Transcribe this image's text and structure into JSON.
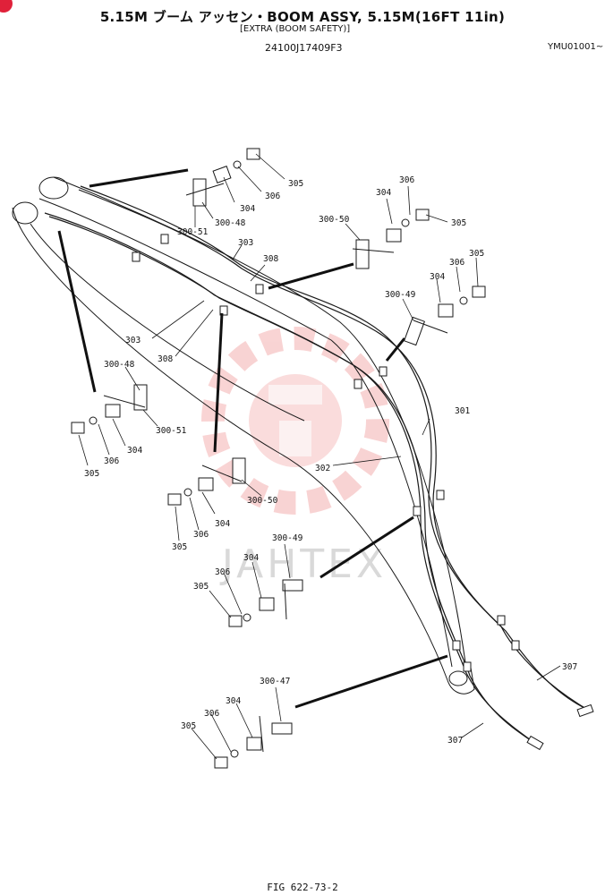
{
  "header": {
    "title": "5.15M ブーム アッセン・BOOM ASSY, 5.15M(16FT 11in)",
    "subtitle": "[EXTRA (BOOM SAFETY)]",
    "part_number": "24100J17409F3",
    "serial": "YMU01001~"
  },
  "footer": {
    "figure_ref": "FIG 622-73-2"
  },
  "watermark": {
    "text": "JAHTEX",
    "color": "#f2a5a5"
  },
  "callouts": [
    {
      "id": "c305a",
      "text": "305"
    },
    {
      "id": "c306a",
      "text": "306"
    },
    {
      "id": "c304a",
      "text": "304"
    },
    {
      "id": "c300_48a",
      "text": "300-48"
    },
    {
      "id": "c300_51a",
      "text": "300-51"
    },
    {
      "id": "c303a",
      "text": "303"
    },
    {
      "id": "c308a",
      "text": "308"
    },
    {
      "id": "c304b",
      "text": "304"
    },
    {
      "id": "c306b",
      "text": "306"
    },
    {
      "id": "c305b",
      "text": "305"
    },
    {
      "id": "c300_50a",
      "text": "300-50"
    },
    {
      "id": "c306c",
      "text": "306"
    },
    {
      "id": "c305c",
      "text": "305"
    },
    {
      "id": "c304c",
      "text": "304"
    },
    {
      "id": "c300_49a",
      "text": "300-49"
    },
    {
      "id": "c303b",
      "text": "303"
    },
    {
      "id": "c308b",
      "text": "308"
    },
    {
      "id": "c300_48b",
      "text": "300-48"
    },
    {
      "id": "c300_51b",
      "text": "300-51"
    },
    {
      "id": "c304d",
      "text": "304"
    },
    {
      "id": "c306d",
      "text": "306"
    },
    {
      "id": "c305d",
      "text": "305"
    },
    {
      "id": "c301",
      "text": "301"
    },
    {
      "id": "c302",
      "text": "302"
    },
    {
      "id": "c300_50b",
      "text": "300-50"
    },
    {
      "id": "c304e",
      "text": "304"
    },
    {
      "id": "c306e",
      "text": "306"
    },
    {
      "id": "c305e",
      "text": "305"
    },
    {
      "id": "c300_49b",
      "text": "300-49"
    },
    {
      "id": "c304f",
      "text": "304"
    },
    {
      "id": "c306f",
      "text": "306"
    },
    {
      "id": "c305f",
      "text": "305"
    },
    {
      "id": "c307a",
      "text": "307"
    },
    {
      "id": "c300_47",
      "text": "300-47"
    },
    {
      "id": "c304g",
      "text": "304"
    },
    {
      "id": "c306g",
      "text": "306"
    },
    {
      "id": "c305g",
      "text": "305"
    },
    {
      "id": "c307b",
      "text": "307"
    }
  ]
}
